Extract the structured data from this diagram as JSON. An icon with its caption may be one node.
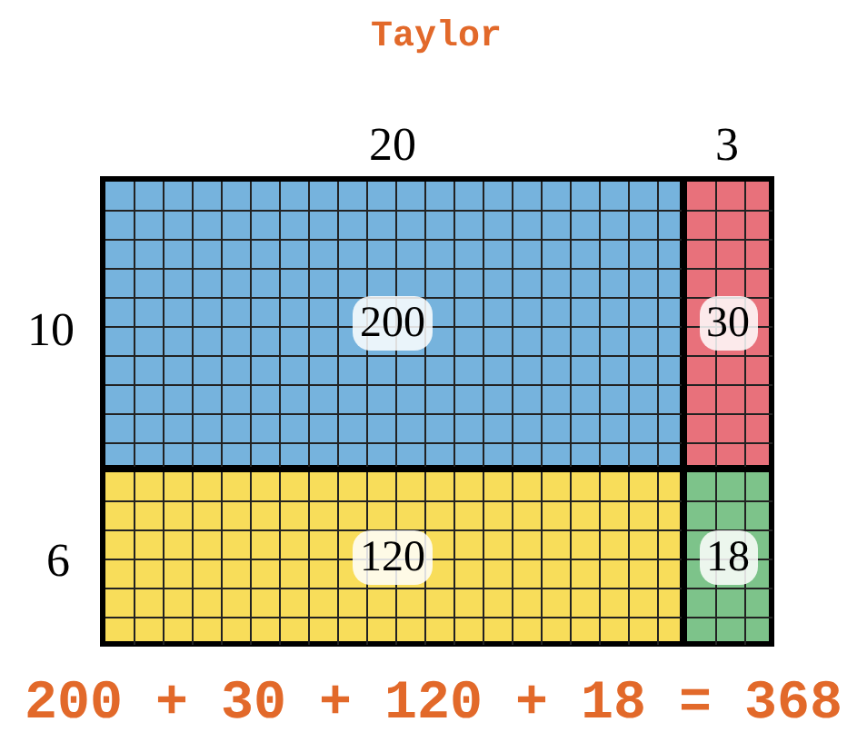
{
  "diagram": {
    "title": "Taylor",
    "nodes": [
      {
        "text": [
          "200"
        ]
      },
      {
        "text": [
          "30"
        ]
      },
      {
        "text": [
          "120"
        ]
      },
      {
        "text": [
          "18"
        ]
      }
    ],
    "labels": [
      "20",
      "3",
      "10",
      "6",
      "200 + 30 + 120 + 18 = 368"
    ]
  }
}
